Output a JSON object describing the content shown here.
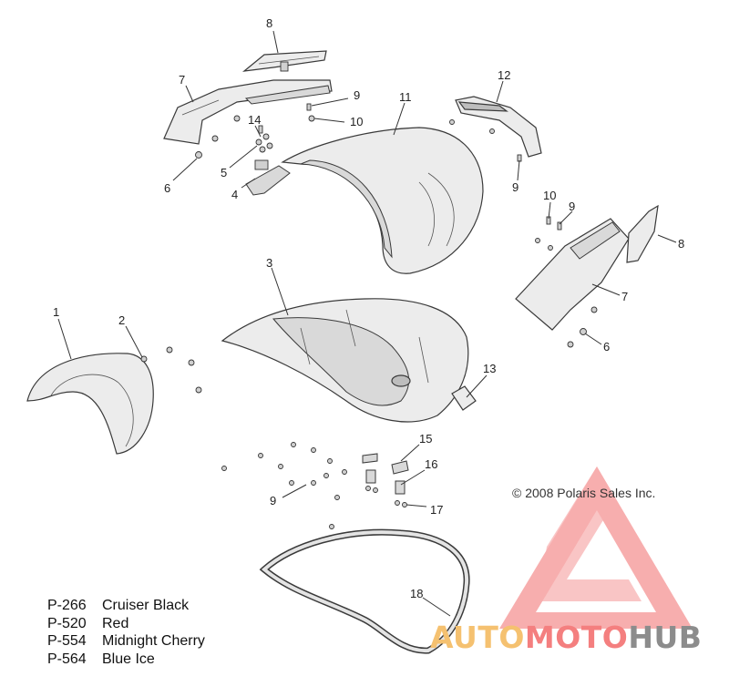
{
  "copyright": "© 2008 Polaris Sales Inc.",
  "callouts": [
    {
      "id": "c8a",
      "label": "8"
    },
    {
      "id": "c7a",
      "label": "7"
    },
    {
      "id": "c9a",
      "label": "9"
    },
    {
      "id": "c14",
      "label": "14"
    },
    {
      "id": "c10a",
      "label": "10"
    },
    {
      "id": "c11",
      "label": "11"
    },
    {
      "id": "c12",
      "label": "12"
    },
    {
      "id": "c5",
      "label": "5"
    },
    {
      "id": "c6a",
      "label": "6"
    },
    {
      "id": "c4",
      "label": "4"
    },
    {
      "id": "c9b",
      "label": "9"
    },
    {
      "id": "c10b",
      "label": "10"
    },
    {
      "id": "c9c",
      "label": "9"
    },
    {
      "id": "c8b",
      "label": "8"
    },
    {
      "id": "c3",
      "label": "3"
    },
    {
      "id": "c7b",
      "label": "7"
    },
    {
      "id": "c1",
      "label": "1"
    },
    {
      "id": "c2",
      "label": "2"
    },
    {
      "id": "c6b",
      "label": "6"
    },
    {
      "id": "c13",
      "label": "13"
    },
    {
      "id": "c15",
      "label": "15"
    },
    {
      "id": "c16",
      "label": "16"
    },
    {
      "id": "c9d",
      "label": "9"
    },
    {
      "id": "c17",
      "label": "17"
    },
    {
      "id": "c18",
      "label": "18"
    }
  ],
  "color_legend": [
    {
      "code": "P-266",
      "name": "Cruiser Black"
    },
    {
      "code": "P-520",
      "name": "Red"
    },
    {
      "code": "P-554",
      "name": "Midnight Cherry"
    },
    {
      "code": "P-564",
      "name": "Blue Ice"
    }
  ],
  "watermark": {
    "part1": "AUTO",
    "part2": "MOTO",
    "part3": "HUB",
    "color1": "#f5c170",
    "color2": "#f47f7f",
    "color3": "#8c8c8c",
    "triangle_color": "#f6a0a0"
  }
}
